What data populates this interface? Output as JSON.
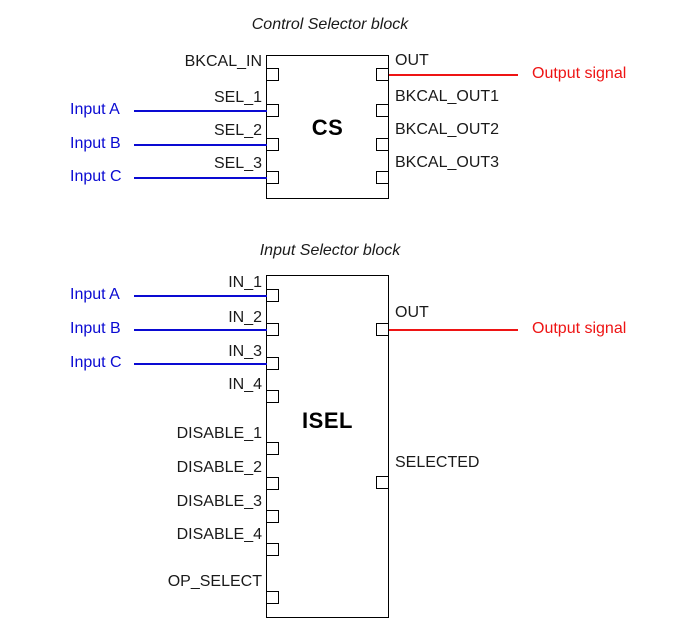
{
  "colors": {
    "blue": "#0a0ad2",
    "red": "#ee1414"
  },
  "cs": {
    "title": "Control Selector block",
    "block_label": "CS",
    "left_pins": [
      "BKCAL_IN",
      "SEL_1",
      "SEL_2",
      "SEL_3"
    ],
    "right_pins": [
      "OUT",
      "BKCAL_OUT1",
      "BKCAL_OUT2",
      "BKCAL_OUT3"
    ],
    "inputs": [
      "Input A",
      "Input B",
      "Input C"
    ],
    "output_signal": "Output signal"
  },
  "isel": {
    "title": "Input Selector block",
    "block_label": "ISEL",
    "left_pins": [
      "IN_1",
      "IN_2",
      "IN_3",
      "IN_4",
      "DISABLE_1",
      "DISABLE_2",
      "DISABLE_3",
      "DISABLE_4",
      "OP_SELECT"
    ],
    "right_pins": [
      "OUT",
      "SELECTED"
    ],
    "inputs": [
      "Input A",
      "Input B",
      "Input C"
    ],
    "output_signal": "Output signal"
  }
}
